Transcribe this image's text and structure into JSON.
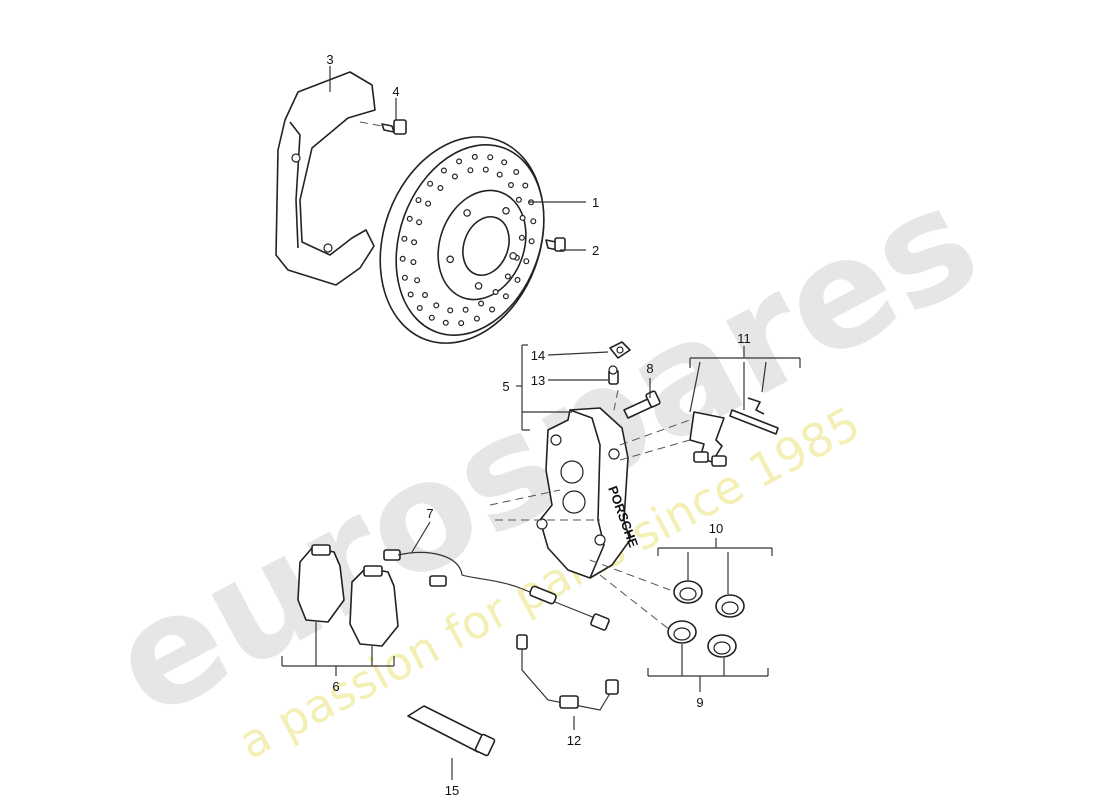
{
  "watermark": {
    "brand": "eurospares",
    "tagline": "a passion for parts since 1985"
  },
  "page_header_text": "",
  "callouts": [
    {
      "id": "1",
      "label": "1",
      "part": "brake-disc"
    },
    {
      "id": "2",
      "label": "2",
      "part": "disc-screw"
    },
    {
      "id": "3",
      "label": "3",
      "part": "brake-shield"
    },
    {
      "id": "4",
      "label": "4",
      "part": "shield-bolt"
    },
    {
      "id": "5",
      "label": "5",
      "part": "brake-caliper"
    },
    {
      "id": "6",
      "label": "6",
      "part": "brake-pads"
    },
    {
      "id": "7",
      "label": "7",
      "part": "wear-sensor"
    },
    {
      "id": "8",
      "label": "8",
      "part": "caliper-bolt"
    },
    {
      "id": "9",
      "label": "9",
      "part": "seals"
    },
    {
      "id": "10",
      "label": "10",
      "part": "dust-boots"
    },
    {
      "id": "11",
      "label": "11",
      "part": "retainer-kit"
    },
    {
      "id": "12",
      "label": "12",
      "part": "brake-hose"
    },
    {
      "id": "13",
      "label": "13",
      "part": "bleed-valve"
    },
    {
      "id": "14",
      "label": "14",
      "part": "valve-cap"
    },
    {
      "id": "15",
      "label": "15",
      "part": "grease-tube"
    }
  ],
  "caliper_marking": "PORSCHE"
}
